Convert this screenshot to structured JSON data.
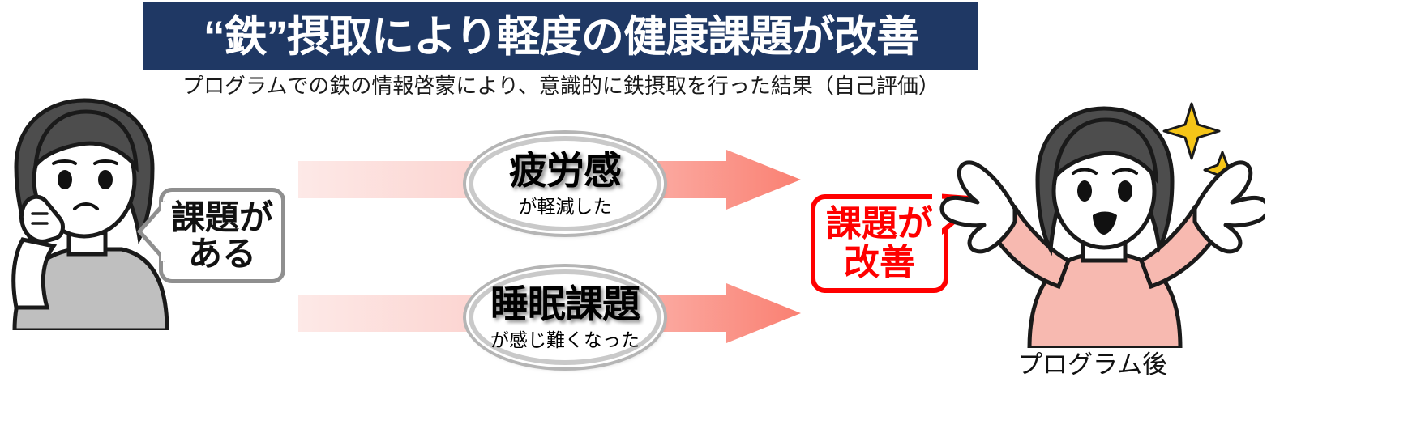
{
  "header": {
    "title": "“鉄”摂取により軽度の健康課題が改善",
    "subtitle": "プログラムでの鉄の情報啓蒙により、意識的に鉄摂取を行った結果（自己評価）",
    "banner_color": "#1F3864",
    "title_color": "#FFFFFF"
  },
  "before": {
    "bubble": {
      "line1": "課題が",
      "line2": "ある",
      "border_color": "#8F8F8F",
      "text_color": "#111111"
    },
    "figure_name": "worried-woman-illustration"
  },
  "improvements": [
    {
      "main": "疲労感",
      "sub": "が軽減した",
      "arrow_from": "#FCE5E3",
      "arrow_to": "#FA8072"
    },
    {
      "main": "睡眠課題",
      "sub": "が感じ難くなった",
      "arrow_from": "#FCE5E3",
      "arrow_to": "#FA8072"
    }
  ],
  "after": {
    "bubble": {
      "line1": "課題が",
      "line2": "改善",
      "border_color": "#FF0000",
      "text_color": "#FF0000"
    },
    "caption": "プログラム後",
    "figure_name": "happy-woman-illustration"
  }
}
